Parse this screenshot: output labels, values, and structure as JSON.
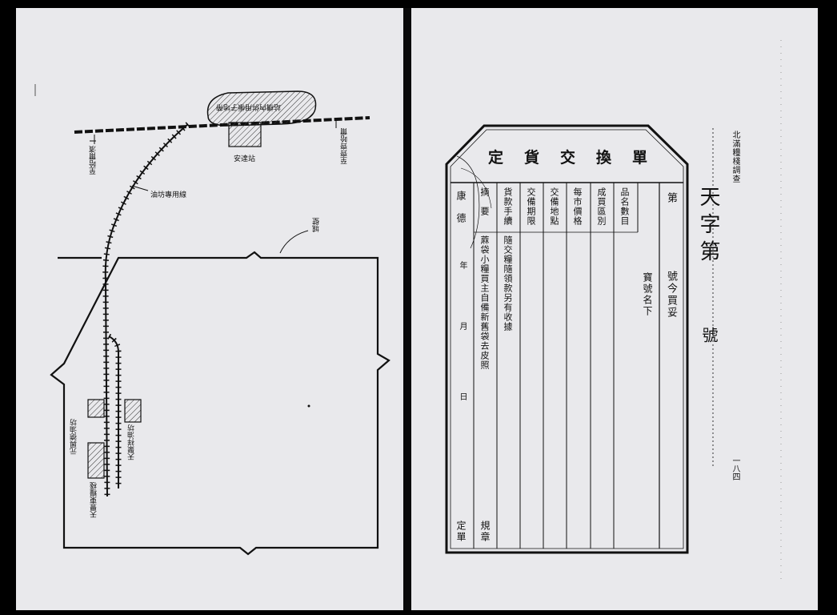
{
  "left_map": {
    "station_building": "站構內倂用帳子地帶",
    "station_name": "安達站",
    "direction_harbin": "至哈爾濱",
    "direction_qiqihar": "至齊齊哈爾",
    "spur_line": "油坊專用線",
    "city_wall": "城壁",
    "mill_1": "元興德油坊",
    "mill_2": "天聚祥油坊",
    "mill_3": "天豐東糧棧"
  },
  "right_form": {
    "form_title": "定貨交換單",
    "serial_prefix": "天字第",
    "serial_suffix": "號",
    "header_running": "北滿糧棧調查",
    "page_number": "一八四",
    "col_header_di": "第",
    "col_body_di": "號今買妥",
    "col_body_di_2": "寶號名下",
    "row_pinming": "品名數目",
    "row_chengmai": "成買區別",
    "row_meishi": "每市價格",
    "row_jiaobei_didian": "交備地點",
    "row_jiaobei_qixian": "交備期限",
    "row_huokuan": "貨款手續",
    "row_huokuan_value": "隨交糧隨領款另有收據",
    "row_zhaiyao": "摘　要",
    "row_zhaiyao_value": "蔴袋小糧買主自備新舊袋去皮照",
    "row_guizhang": "規章",
    "date_era": "康　德",
    "date_year": "年",
    "date_month": "月",
    "date_day": "日",
    "date_footer": "定單"
  }
}
